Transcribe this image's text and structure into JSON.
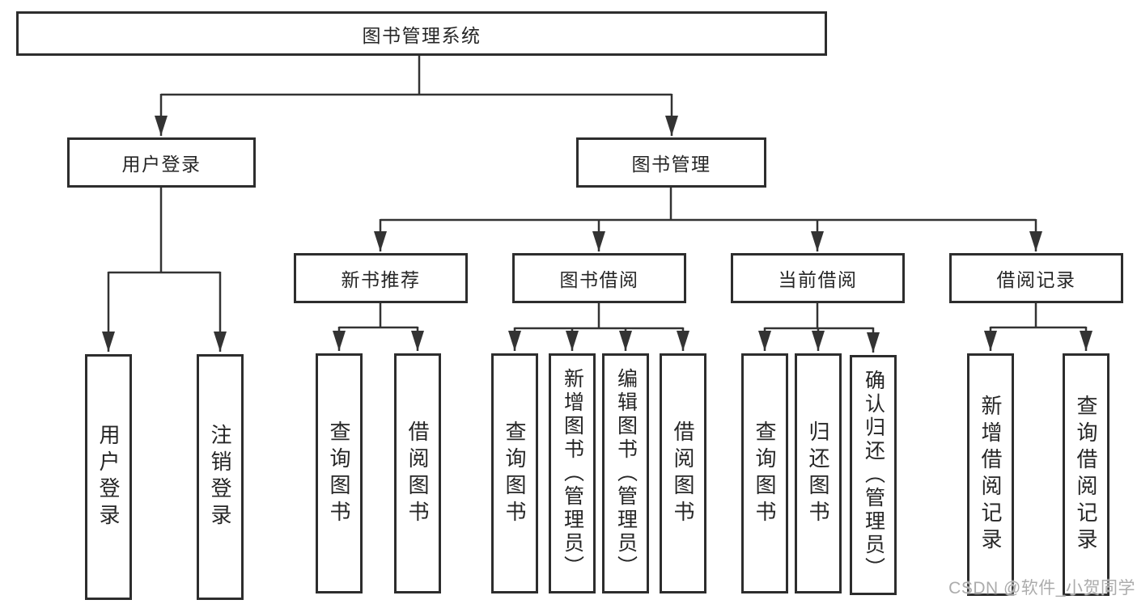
{
  "root": {
    "label": "图书管理系统"
  },
  "level2": {
    "user_login": {
      "label": "用户登录"
    },
    "book_management": {
      "label": "图书管理"
    }
  },
  "level3": {
    "new_book_recommend": {
      "label": "新书推荐"
    },
    "book_borrow": {
      "label": "图书借阅"
    },
    "current_borrow": {
      "label": "当前借阅"
    },
    "borrow_record": {
      "label": "借阅记录"
    }
  },
  "leaves": {
    "user_login": [
      "用户登录",
      "注销登录"
    ],
    "new_book_recommend": [
      "查询图书",
      "借阅图书"
    ],
    "book_borrow": [
      "查询图书",
      "新增图书（管理员）",
      "编辑图书（管理员）",
      "借阅图书"
    ],
    "current_borrow": [
      "查询图书",
      "归还图书",
      "确认归还（管理员）"
    ],
    "borrow_record": [
      "新增借阅记录",
      "查询借阅记录"
    ]
  },
  "watermark": "CSDN @软件_小贺同学",
  "colors": {
    "line": "#333333",
    "box_border": "#2d2d2d",
    "text": "#262626",
    "watermark_gray": "#a8a8a8"
  }
}
